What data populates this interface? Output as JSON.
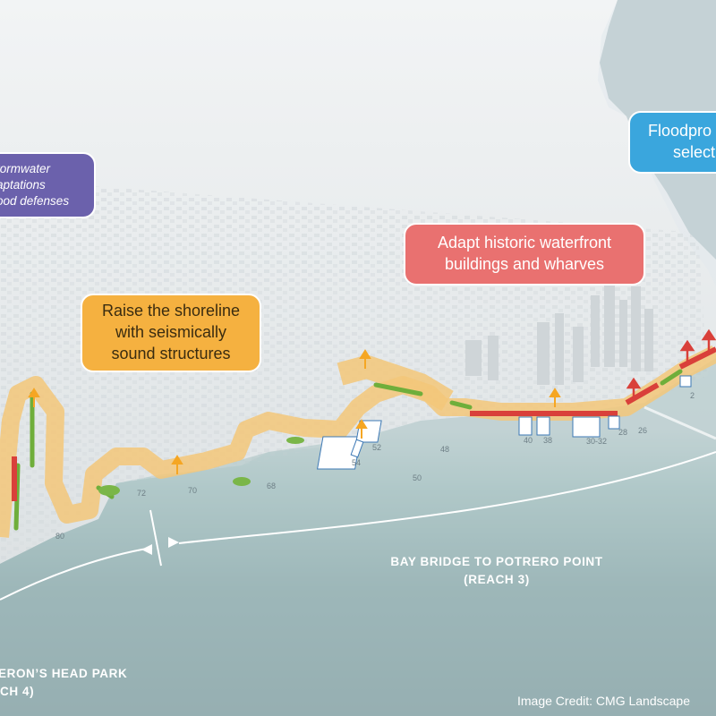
{
  "callouts": {
    "stormwater": [
      "tormwater",
      "aptations",
      "ood defenses"
    ],
    "shoreline": [
      "Raise the shoreline",
      "with seismically",
      "sound structures"
    ],
    "adapt": [
      "Adapt historic waterfront",
      "buildings and wharves"
    ],
    "floodproof": [
      "Floodpro",
      "select"
    ]
  },
  "reach_labels": {
    "reach3_line1": "BAY BRIDGE TO POTRERO POINT",
    "reach3_line2": "(REACH 3)",
    "reach4_line1": "HERON’S HEAD PARK",
    "reach4_line2": "CH 4)"
  },
  "piers": [
    "80",
    "72",
    "70",
    "68",
    "54",
    "52",
    "50",
    "48",
    "40",
    "38",
    "30-32",
    "28",
    "26",
    "2"
  ],
  "credit": "Image Credit: CMG Landscape",
  "colors": {
    "stormwater": "#6b61ac",
    "shoreline": "#f5b140",
    "adapt": "#e97170",
    "floodproof": "#3aa6dd",
    "arrow_up": "#f5a623",
    "arrow_red": "#d9403a",
    "green_edge": "#6fae3b",
    "water": "#8fa9ad"
  },
  "icons": [
    "up-arrow-icon",
    "red-up-arrow-icon",
    "double-headed-arrow-icon"
  ]
}
